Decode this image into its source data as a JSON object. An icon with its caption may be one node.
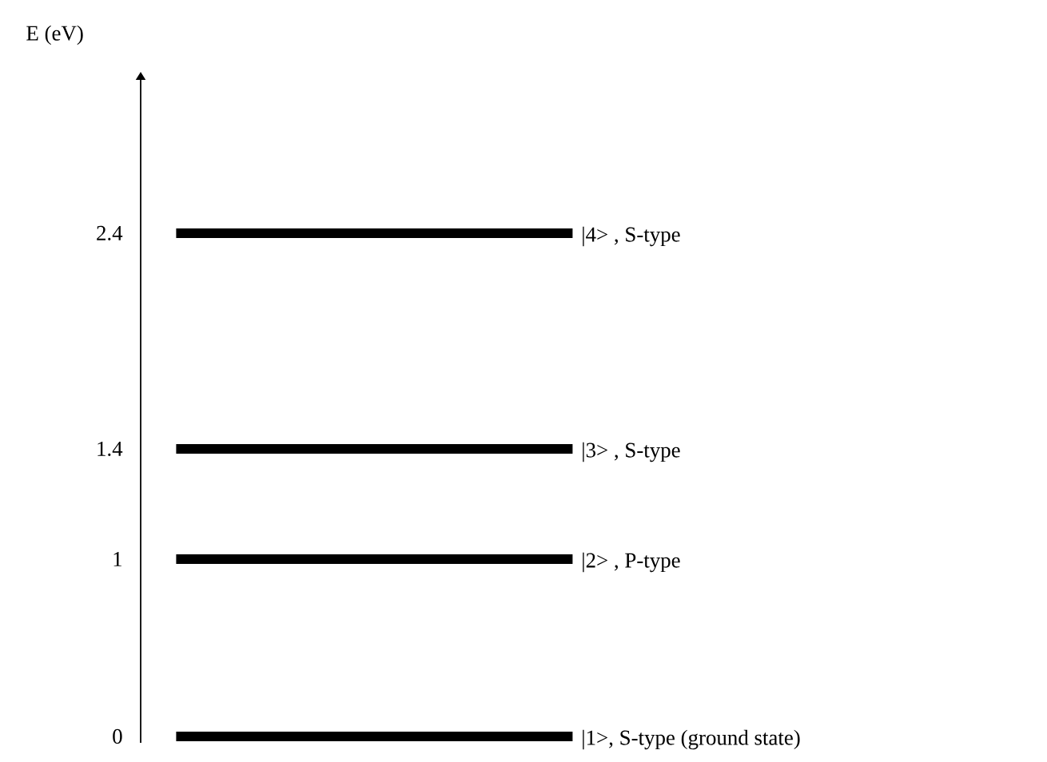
{
  "diagram": {
    "nodes": [
      {
        "text": [],
        "shape": "bar",
        "beside": [
          "|4> , S-type"
        ]
      },
      {
        "text": [],
        "shape": "bar",
        "beside": [
          "|3> , S-type"
        ]
      },
      {
        "text": [],
        "shape": "bar",
        "beside": [
          "|2> , P-type"
        ]
      },
      {
        "text": [],
        "shape": "bar",
        "beside": [
          "|1>, S-type (ground state)"
        ]
      }
    ],
    "labels": [
      "E (eV)",
      "2.4",
      "1.4",
      "1",
      "0"
    ]
  }
}
